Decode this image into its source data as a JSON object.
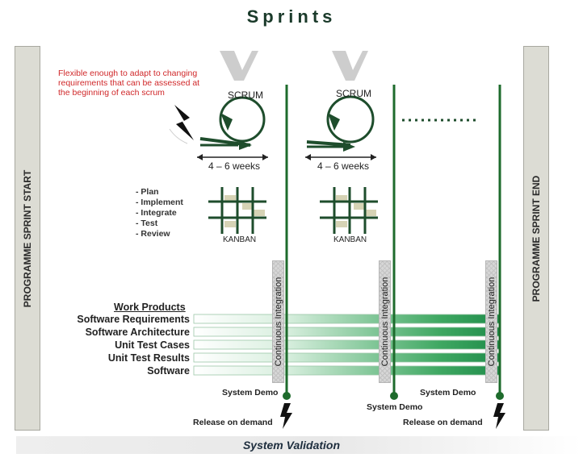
{
  "title": "Sprints",
  "left_bar": "PROGRAMME SPRINT START",
  "right_bar": "PROGRAMME SPRINT END",
  "note": [
    "Flexible enough to adapt to changing",
    "requirements that can be assessed at",
    "the beginning of each scrum"
  ],
  "sprints": [
    {
      "scrum": "SCRUM",
      "weeks": "4 – 6 weeks",
      "kanban": "KANBAN"
    },
    {
      "scrum": "SCRUM",
      "weeks": "4 – 6 weeks",
      "kanban": "KANBAN"
    }
  ],
  "steps": [
    "- Plan",
    "- Implement",
    "- Integrate",
    "- Test",
    "- Review"
  ],
  "work_products_title": "Work Products",
  "work_products": [
    "Software Requirements",
    "Software Architecture",
    "Unit Test Cases",
    "Unit Test Results",
    "Software"
  ],
  "ci_label": "Continuous Integration",
  "system_demo": "System Demo",
  "release": "Release on demand",
  "system_validation": "System Validation",
  "colors": {
    "green": "#1e6b2c",
    "red": "#d0282a",
    "v_gray": "#c8c8c8"
  }
}
